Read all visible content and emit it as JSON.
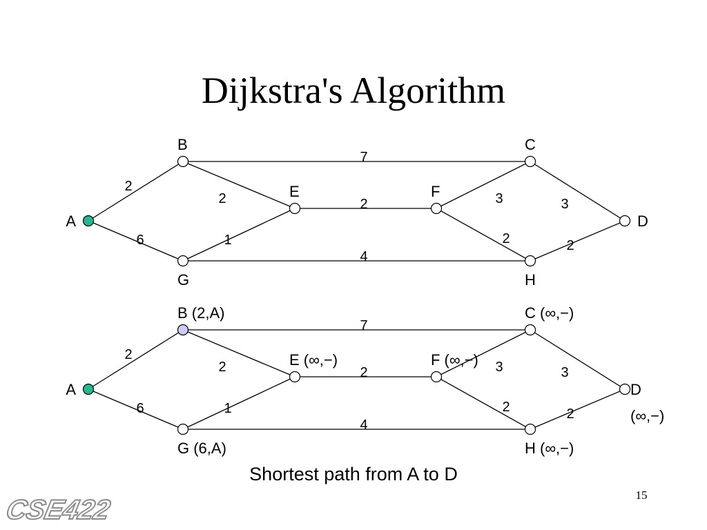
{
  "slide": {
    "title": "Dijkstra's Algorithm",
    "caption": "Shortest path from A to D",
    "page_number": "15",
    "logo_text": "CSE422"
  },
  "colors": {
    "source_fill": "#22b890",
    "visited_fill": "#c8cbf2",
    "node_fill": "#ffffff",
    "stroke": "#000000"
  },
  "graph_top": {
    "nodes": [
      {
        "id": "A",
        "label": "A",
        "state": "source"
      },
      {
        "id": "B",
        "label": "B",
        "state": "normal"
      },
      {
        "id": "C",
        "label": "C",
        "state": "normal"
      },
      {
        "id": "D",
        "label": "D",
        "state": "normal"
      },
      {
        "id": "E",
        "label": "E",
        "state": "normal"
      },
      {
        "id": "F",
        "label": "F",
        "state": "normal"
      },
      {
        "id": "G",
        "label": "G",
        "state": "normal"
      },
      {
        "id": "H",
        "label": "H",
        "state": "normal"
      }
    ],
    "edges": [
      {
        "from": "A",
        "to": "B",
        "weight": "2"
      },
      {
        "from": "A",
        "to": "G",
        "weight": "6"
      },
      {
        "from": "B",
        "to": "C",
        "weight": "7"
      },
      {
        "from": "B",
        "to": "E",
        "weight": "2"
      },
      {
        "from": "G",
        "to": "E",
        "weight": "1"
      },
      {
        "from": "G",
        "to": "H",
        "weight": "4"
      },
      {
        "from": "E",
        "to": "F",
        "weight": "2"
      },
      {
        "from": "F",
        "to": "C",
        "weight": "3"
      },
      {
        "from": "F",
        "to": "H",
        "weight": "2"
      },
      {
        "from": "C",
        "to": "D",
        "weight": "3"
      },
      {
        "from": "H",
        "to": "D",
        "weight": "2"
      }
    ]
  },
  "graph_bottom": {
    "nodes": [
      {
        "id": "A",
        "label": "A",
        "state": "source"
      },
      {
        "id": "B",
        "label": "B (2,A)",
        "state": "visited"
      },
      {
        "id": "C",
        "label": "C (∞,−)",
        "state": "normal"
      },
      {
        "id": "D",
        "label": "D",
        "label2": "(∞,−)",
        "state": "normal"
      },
      {
        "id": "E",
        "label": "E (∞,−)",
        "state": "normal"
      },
      {
        "id": "F",
        "label": "F (∞,−)",
        "state": "normal"
      },
      {
        "id": "G",
        "label": "G (6,A)",
        "state": "normal"
      },
      {
        "id": "H",
        "label": "H (∞,−)",
        "state": "normal"
      }
    ],
    "edges": [
      {
        "from": "A",
        "to": "B",
        "weight": "2"
      },
      {
        "from": "A",
        "to": "G",
        "weight": "6"
      },
      {
        "from": "B",
        "to": "C",
        "weight": "7"
      },
      {
        "from": "B",
        "to": "E",
        "weight": "2"
      },
      {
        "from": "G",
        "to": "E",
        "weight": "1"
      },
      {
        "from": "G",
        "to": "H",
        "weight": "4"
      },
      {
        "from": "E",
        "to": "F",
        "weight": "2"
      },
      {
        "from": "F",
        "to": "C",
        "weight": "3"
      },
      {
        "from": "F",
        "to": "H",
        "weight": "2"
      },
      {
        "from": "C",
        "to": "D",
        "weight": "3"
      },
      {
        "from": "H",
        "to": "D",
        "weight": "2"
      }
    ]
  }
}
